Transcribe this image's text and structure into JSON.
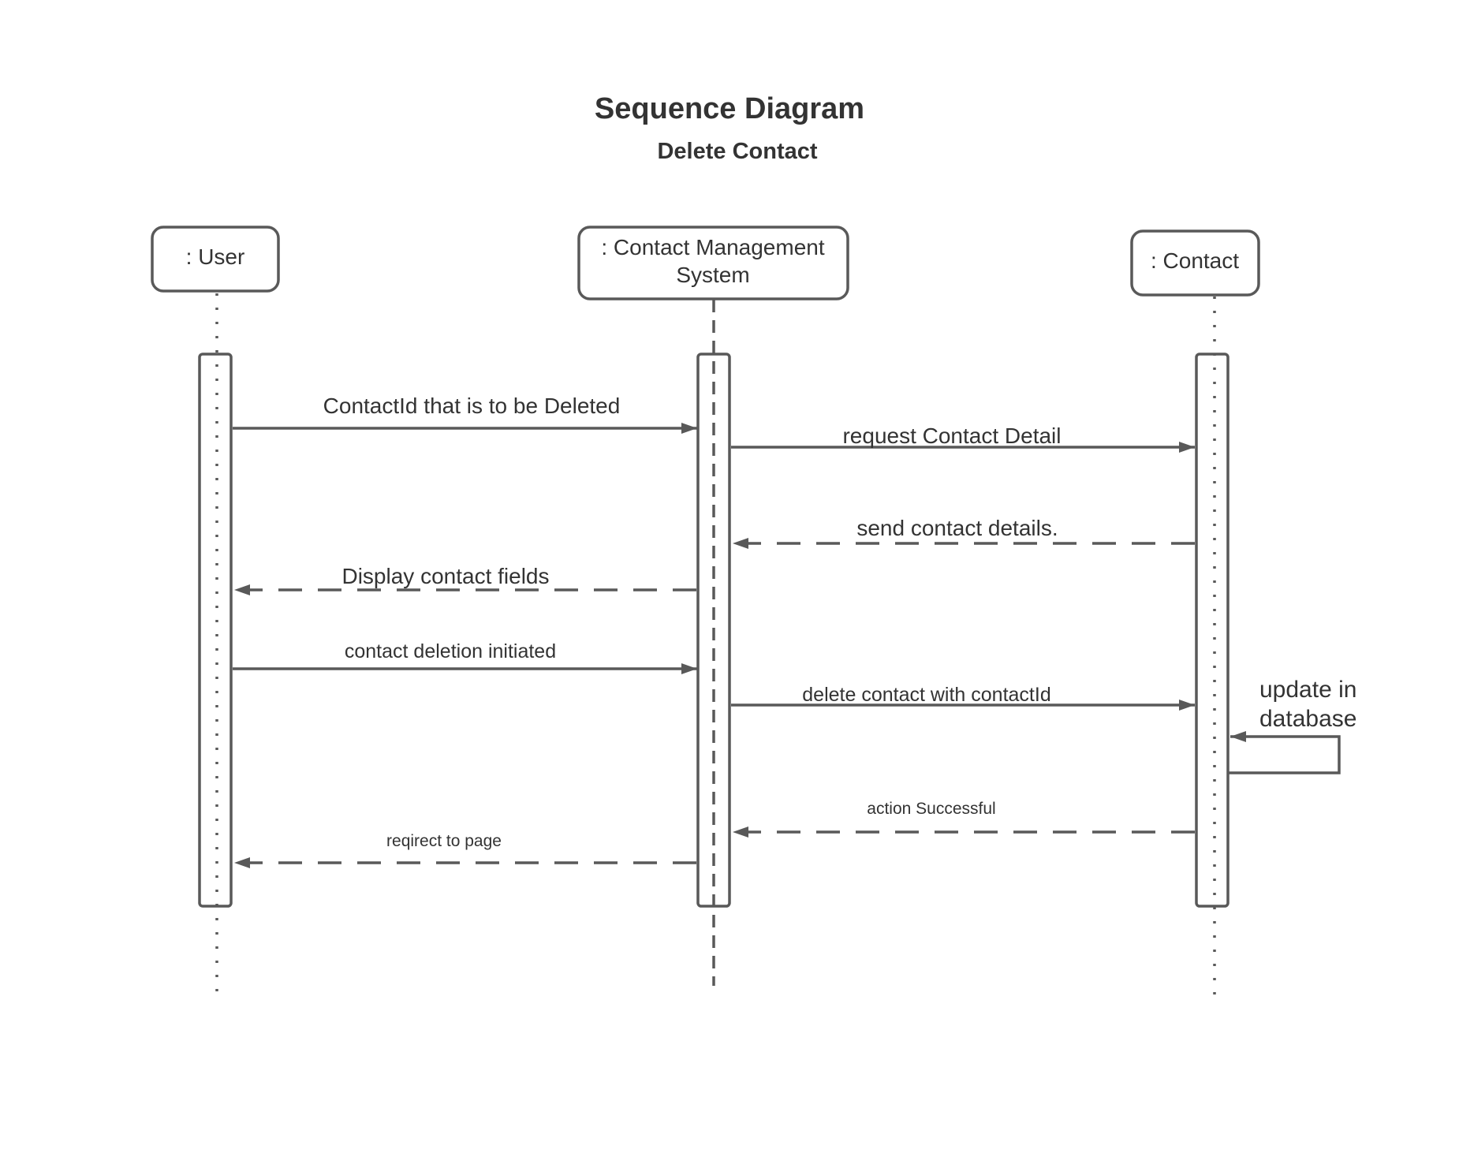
{
  "title": "Sequence Diagram",
  "subtitle": "Delete Contact",
  "participants": {
    "user": {
      "lines": [
        ": User"
      ]
    },
    "cms": {
      "lines": [
        ": Contact Management",
        "System"
      ]
    },
    "contact": {
      "lines": [
        ": Contact"
      ]
    }
  },
  "messages": {
    "m1": {
      "label": "ContactId  that is to be Deleted",
      "from": "User",
      "to": "Contact Management System",
      "kind": "synchronous"
    },
    "m2": {
      "label": "request Contact Detail",
      "from": "Contact Management System",
      "to": "Contact",
      "kind": "synchronous"
    },
    "m3": {
      "label": "send contact details.",
      "from": "Contact",
      "to": "Contact Management System",
      "kind": "return"
    },
    "m4": {
      "label": "Display contact fields",
      "from": "Contact Management System",
      "to": "User",
      "kind": "return"
    },
    "m5": {
      "label": "contact deletion initiated",
      "from": "User",
      "to": "Contact Management System",
      "kind": "synchronous"
    },
    "m6": {
      "label": "delete contact with contactId",
      "from": "Contact Management System",
      "to": "Contact",
      "kind": "synchronous"
    },
    "m7": {
      "lines": [
        "update in",
        "database"
      ],
      "from": "Contact",
      "to": "Contact",
      "kind": "self"
    },
    "m8": {
      "label": "action Successful",
      "from": "Contact",
      "to": "Contact Management System",
      "kind": "return"
    },
    "m9": {
      "label": "reqirect to page",
      "from": "Contact Management System",
      "to": "User",
      "kind": "return"
    }
  },
  "colors": {
    "line": "#595959",
    "text": "#333333",
    "background": "#ffffff"
  }
}
